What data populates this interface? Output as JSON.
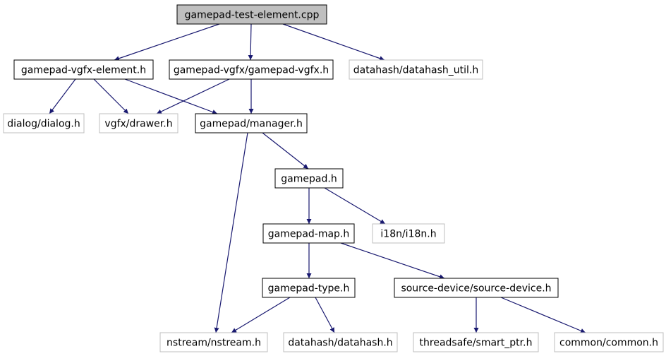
{
  "colors": {
    "edge": "#191970",
    "node_border_documented": "#000000",
    "node_border_external": "#bfbfbf",
    "node_fill_root": "#bfbfbf",
    "node_fill": "#ffffff"
  },
  "nodes": [
    {
      "id": "root",
      "label": "gamepad-test-element.cpp",
      "kind": "root"
    },
    {
      "id": "vgfx_element",
      "label": "gamepad-vgfx-element.h",
      "kind": "documented"
    },
    {
      "id": "vgfx_vgfx",
      "label": "gamepad-vgfx/gamepad-vgfx.h",
      "kind": "documented"
    },
    {
      "id": "datahash_util",
      "label": "datahash/datahash_util.h",
      "kind": "external"
    },
    {
      "id": "dialog",
      "label": "dialog/dialog.h",
      "kind": "external"
    },
    {
      "id": "drawer",
      "label": "vgfx/drawer.h",
      "kind": "external"
    },
    {
      "id": "manager",
      "label": "gamepad/manager.h",
      "kind": "documented"
    },
    {
      "id": "gamepad",
      "label": "gamepad.h",
      "kind": "documented"
    },
    {
      "id": "map",
      "label": "gamepad-map.h",
      "kind": "documented"
    },
    {
      "id": "i18n",
      "label": "i18n/i18n.h",
      "kind": "external"
    },
    {
      "id": "type",
      "label": "gamepad-type.h",
      "kind": "documented"
    },
    {
      "id": "source_device",
      "label": "source-device/source-device.h",
      "kind": "documented"
    },
    {
      "id": "nstream",
      "label": "nstream/nstream.h",
      "kind": "external"
    },
    {
      "id": "datahash",
      "label": "datahash/datahash.h",
      "kind": "external"
    },
    {
      "id": "smart_ptr",
      "label": "threadsafe/smart_ptr.h",
      "kind": "external"
    },
    {
      "id": "common",
      "label": "common/common.h",
      "kind": "external"
    }
  ],
  "edges": [
    {
      "from": "root",
      "to": "vgfx_element"
    },
    {
      "from": "root",
      "to": "vgfx_vgfx"
    },
    {
      "from": "root",
      "to": "datahash_util"
    },
    {
      "from": "vgfx_element",
      "to": "dialog"
    },
    {
      "from": "vgfx_element",
      "to": "drawer"
    },
    {
      "from": "vgfx_element",
      "to": "manager"
    },
    {
      "from": "vgfx_vgfx",
      "to": "drawer"
    },
    {
      "from": "vgfx_vgfx",
      "to": "manager"
    },
    {
      "from": "manager",
      "to": "gamepad"
    },
    {
      "from": "manager",
      "to": "nstream"
    },
    {
      "from": "gamepad",
      "to": "map"
    },
    {
      "from": "gamepad",
      "to": "i18n"
    },
    {
      "from": "map",
      "to": "type"
    },
    {
      "from": "map",
      "to": "source_device"
    },
    {
      "from": "type",
      "to": "nstream"
    },
    {
      "from": "type",
      "to": "datahash"
    },
    {
      "from": "source_device",
      "to": "smart_ptr"
    },
    {
      "from": "source_device",
      "to": "common"
    }
  ]
}
